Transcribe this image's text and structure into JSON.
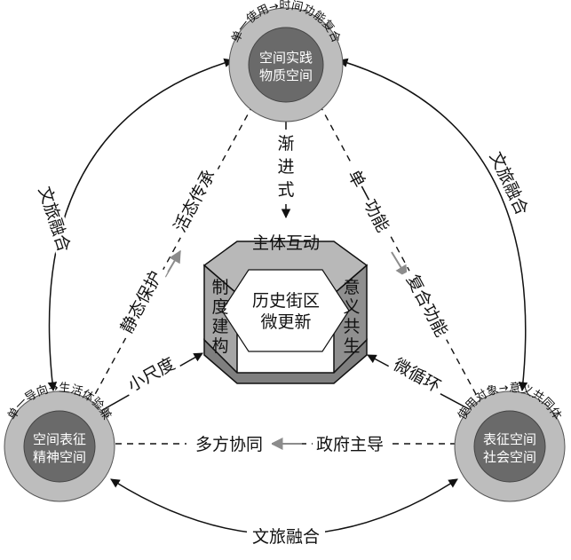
{
  "nodes": {
    "top": {
      "line1": "空间实践",
      "line2": "物质空间",
      "ring": "单一使用→时间功能复合"
    },
    "left": {
      "line1": "空间表征",
      "line2": "精神空间",
      "ring": "单一导向→生活体验兼"
    },
    "right": {
      "line1": "表征空间",
      "line2": "社会空间",
      "ring": "使用对象→意义共同体"
    }
  },
  "center": {
    "line1": "历史街区",
    "line2": "微更新",
    "top_face": "主体互动",
    "left_face": [
      "制",
      "度",
      "建",
      "构"
    ],
    "right_face": [
      "意",
      "义",
      "共",
      "生"
    ]
  },
  "outer": {
    "left": "文旅融合",
    "right": "文旅融合",
    "bottom": "文旅融合"
  },
  "labels": {
    "top_down": [
      "渐",
      "进",
      "式"
    ],
    "left_upper": "活态传承",
    "left_lower": "静态保护",
    "right_upper": "单一功能",
    "right_lower": "复合功能",
    "small_scale": "小尺度",
    "micro_cycle": "微循环",
    "gov_lead": "政府主导",
    "multi_coop": "多方协同"
  },
  "colors": {
    "ring": "#bdbdbd",
    "core": "#6a6a6a",
    "hex_front": "#ffffff",
    "hex_side": "#9c9c9c",
    "hex_top": "#b8b8b8",
    "hex_dark": "#7f7f7f",
    "line": "#111111",
    "gray_arrow": "#8c8c8c"
  }
}
